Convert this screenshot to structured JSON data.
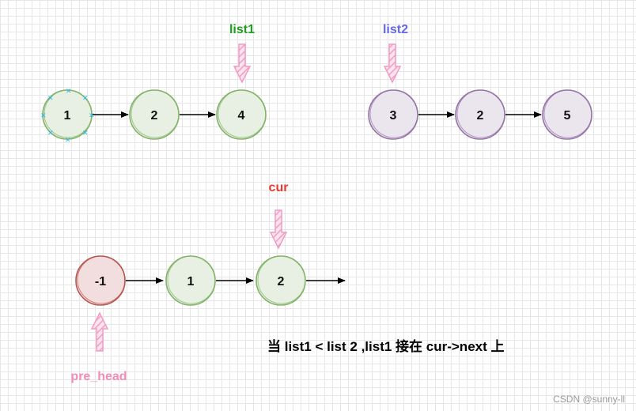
{
  "lists": [
    {
      "id": "list1-row",
      "nodes": [
        "1",
        "2",
        "4"
      ],
      "color": "#6aa84f",
      "fill": "#e8efe3"
    },
    {
      "id": "list2-row",
      "nodes": [
        "3",
        "2",
        "5"
      ],
      "color": "#9673a6",
      "fill": "#ebe6ee"
    },
    {
      "id": "merged-row",
      "nodes": [
        "-1",
        "1",
        "2"
      ],
      "colors": [
        "#b85450",
        "#82b366",
        "#82b366"
      ],
      "fills": [
        "#f2dede",
        "#e8efe3",
        "#e8efe3"
      ]
    }
  ],
  "pointers": [
    {
      "label": "list1",
      "color": "#1f9e1f"
    },
    {
      "label": "list2",
      "color": "#6666ee"
    },
    {
      "label": "cur",
      "color": "#e8392f"
    },
    {
      "label": "pre_head",
      "color": "#f28cb8"
    }
  ],
  "caption": "当 list1 < list 2 ,list1 接在 cur->next 上",
  "watermark": "CSDN @sunny-ll",
  "colors": {
    "pointer_arrow": "#f29cc4",
    "edge": "#000000"
  }
}
